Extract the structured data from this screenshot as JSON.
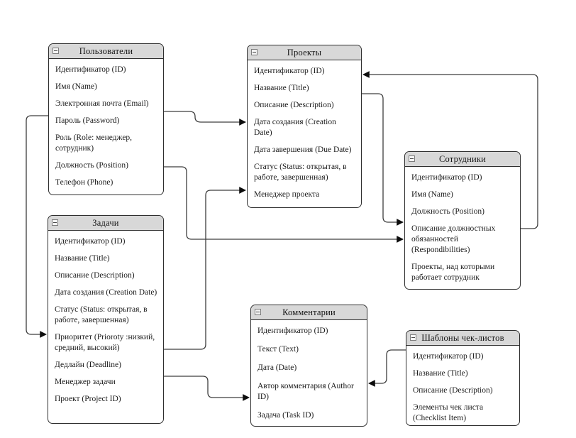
{
  "diagram": {
    "colors": {
      "background": "#ffffff",
      "entity_header_bg": "#d8d8d8",
      "entity_border": "#2e2e2e",
      "connector_line": "#3d3d3d",
      "arrowhead": "#0d0d0d",
      "text": "#1b1b1b"
    },
    "entities": [
      {
        "id": "users",
        "title": "Пользователи",
        "collapse_icon": "minus-icon",
        "fields": [
          "Идентификатор (ID)",
          "Имя (Name)",
          "Электронная почта (Email)",
          "Пароль (Password)",
          "Роль (Role: менеджер, сотрудник)",
          "Должность (Position)",
          "Телефон (Phone)"
        ]
      },
      {
        "id": "projects",
        "title": "Проекты",
        "collapse_icon": "minus-icon",
        "fields": [
          "Идентификатор (ID)",
          "Название (Title)",
          "Описание (Description)",
          "Дата создания (Creation Date)",
          "Дата завершения (Due Date)",
          "Статус (Status: открытая, в работе, завершенная)",
          "Менеджер проекта"
        ]
      },
      {
        "id": "tasks",
        "title": "Задачи",
        "collapse_icon": "minus-icon",
        "fields": [
          "Идентификатор (ID)",
          "Название (Title)",
          "Описание (Description)",
          "Дата создания (Creation Date)",
          "Статус (Status: открытая, в работе, завершенная)",
          "Приоритет (Prioroty :низкий, средний, высокий)",
          "Дедлайн (Deadline)",
          "Менеджер задачи",
          "Проект (Project ID)"
        ]
      },
      {
        "id": "employees",
        "title": "Сотрудники",
        "collapse_icon": "minus-icon",
        "fields": [
          "Идентификатор (ID)",
          "Имя (Name)",
          "Должность (Position)",
          "Описание должностных обязанностей (Respondibilities)",
          "Проекты, над которыми работает сотрудник"
        ]
      },
      {
        "id": "comments",
        "title": "Комментарии",
        "collapse_icon": "minus-icon",
        "fields": [
          "Идентификатор (ID)",
          "Текст (Text)",
          "Дата (Date)",
          "Автор комментария (Author ID)",
          "Задача (Task ID)"
        ]
      },
      {
        "id": "templates",
        "title": "Шаблоны чек-листов",
        "collapse_icon": "minus-icon",
        "fields": [
          "Идентификатор (ID)",
          "Название (Title)",
          "Описание (Description)",
          "Элементы чек листа (Checklist Item)"
        ]
      }
    ],
    "connections": [
      {
        "from": "Пользователи",
        "to": "Проекты",
        "to_field": "Дата создания (Creation Date)"
      },
      {
        "from": "Пользователи",
        "from_field": "Должность (Position)",
        "to": "Сотрудники",
        "to_field": "Описание должностных обязанностей (Respondibilities)"
      },
      {
        "from": "Пользователи",
        "to": "Задачи",
        "to_field": "Приоритет (Prioroty :низкий, средний, высокий)"
      },
      {
        "from": "Задачи",
        "from_field": "Приоритет (Prioroty :низкий, средний, высокий)",
        "to": "Проекты",
        "to_field": "Менеджер проекта"
      },
      {
        "from": "Задачи",
        "from_field": "Дедлайн (Deadline)",
        "to": "Комментарии",
        "to_field": "Автор комментария (Author ID)"
      },
      {
        "from": "Проекты",
        "to": "Сотрудники",
        "to_field": "Описание должностных обязанностей (Respondibilities)"
      },
      {
        "from": "Сотрудники",
        "from_field": "Описание должностных обязанностей (Respondibilities)",
        "to": "Проекты",
        "to_field": "Идентификатор (ID)"
      },
      {
        "from": "Шаблоны чек-листов",
        "from_field": "Идентификатор (ID)",
        "to": "Комментарии",
        "to_field": "Автор комментария (Author ID)"
      }
    ]
  }
}
